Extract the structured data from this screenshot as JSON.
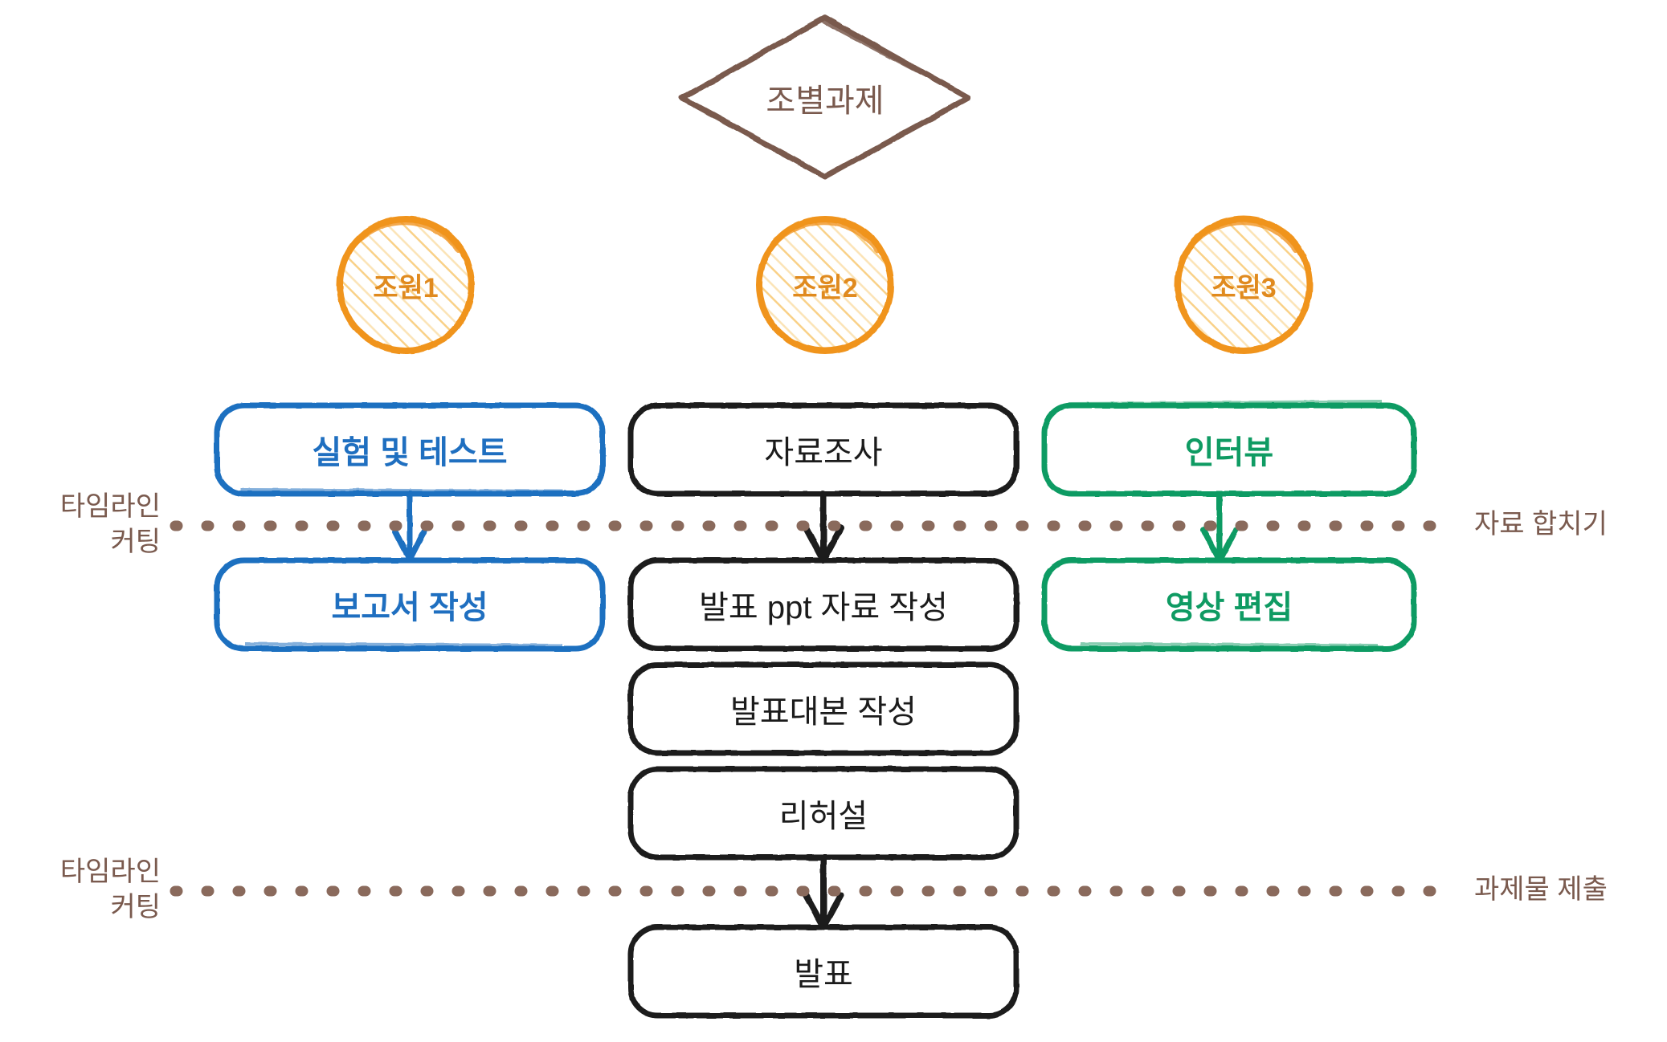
{
  "diagram": {
    "title_node": {
      "label": "조별과제",
      "shape": "diamond",
      "color": "#7a5a4e"
    },
    "members": [
      {
        "label": "조원1",
        "shape": "circle",
        "color": "#f0941f"
      },
      {
        "label": "조원2",
        "shape": "circle",
        "color": "#f0941f"
      },
      {
        "label": "조원3",
        "shape": "circle",
        "color": "#f0941f"
      }
    ],
    "columns": [
      {
        "owner": "조원1",
        "color": "#1f6fc0",
        "tasks": [
          {
            "label": "실험 및 테스트"
          },
          {
            "label": "보고서 작성"
          }
        ]
      },
      {
        "owner": "조원2",
        "color": "#1b1b1b",
        "tasks": [
          {
            "label": "자료조사"
          },
          {
            "label": "발표 ppt 자료 작성"
          },
          {
            "label": "발표대본 작성"
          },
          {
            "label": "리허설"
          },
          {
            "label": "발표"
          }
        ]
      },
      {
        "owner": "조원3",
        "color": "#0f9b63",
        "tasks": [
          {
            "label": "인터뷰"
          },
          {
            "label": "영상 편집"
          }
        ]
      }
    ],
    "timelines": [
      {
        "left_label": "타임라인\n커팅",
        "right_label": "자료 합치기",
        "color": "#7a5a4e"
      },
      {
        "left_label": "타임라인\n커팅",
        "right_label": "과제물 제출",
        "color": "#7a5a4e"
      }
    ],
    "palette": {
      "brown": "#7a5a4e",
      "orange": "#f0941f",
      "orange_hatch": "#f8cf7a",
      "blue": "#1f6fc0",
      "green": "#0f9b63",
      "black": "#1b1b1b",
      "background": "#ffffff"
    }
  }
}
